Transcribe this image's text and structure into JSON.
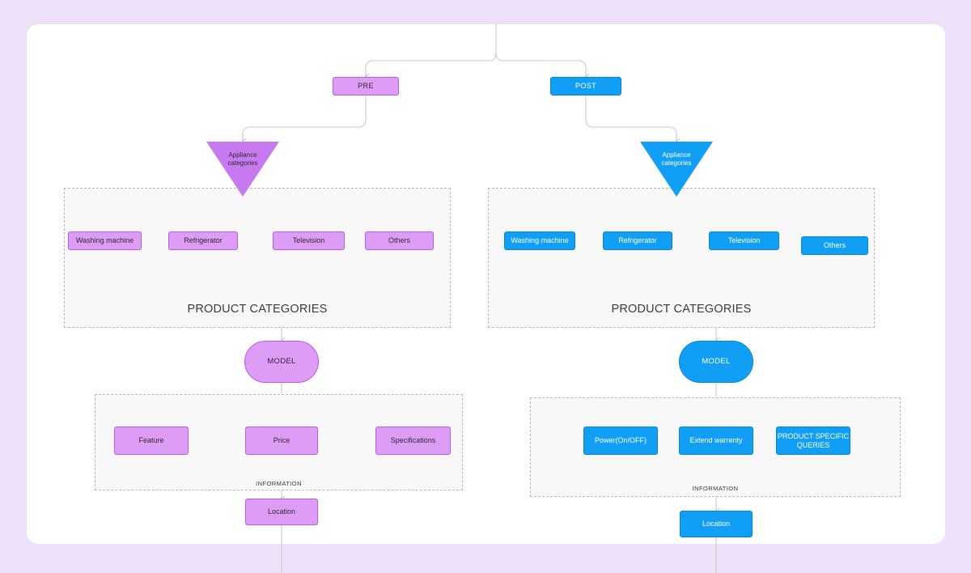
{
  "page": {
    "background_color": "#ede0f8",
    "canvas_color": "#ffffff"
  },
  "theme": {
    "pre_fill": "#dd9cf5",
    "pre_stroke": "#b85ce0",
    "pre_triangle_fill": "#c77af0",
    "post_fill": "#119ef5",
    "post_stroke": "#0b84d0",
    "edge_color": "#c9c9c9",
    "group_border": "#b9b9b9",
    "group_fill": "#f8f8f8"
  },
  "branches": {
    "pre": {
      "root_label": "PRE",
      "decision_label": "Appliance\ncategories",
      "decision_line1": "Appliance",
      "decision_line2": "categories",
      "product_group_label": "PRODUCT CATEGORIES",
      "categories": [
        "Washing machine",
        "Refrigerator",
        "Television",
        "Others"
      ],
      "model_label": "MODEL",
      "information_group_label": "INFORMATION",
      "information_items": [
        "Feature",
        "Price",
        "Specifications"
      ],
      "location_label": "Location"
    },
    "post": {
      "root_label": "POST",
      "decision_label": "Appliance\ncategories",
      "decision_line1": "Appliance",
      "decision_line2": "categories",
      "product_group_label": "PRODUCT CATEGORIES",
      "categories": [
        "Washing machine",
        "Refrigerator",
        "Television",
        "Others"
      ],
      "model_label": "MODEL",
      "information_group_label": "INFORMATION",
      "information_items": [
        "Power(On/OFF)",
        "Extend warrenty",
        "PRODUCT SPECIFIC QUERIES"
      ],
      "information_item_3_line1": "PRODUCT SPECIFIC",
      "information_item_3_line2": "QUERIES",
      "location_label": "Location"
    }
  }
}
